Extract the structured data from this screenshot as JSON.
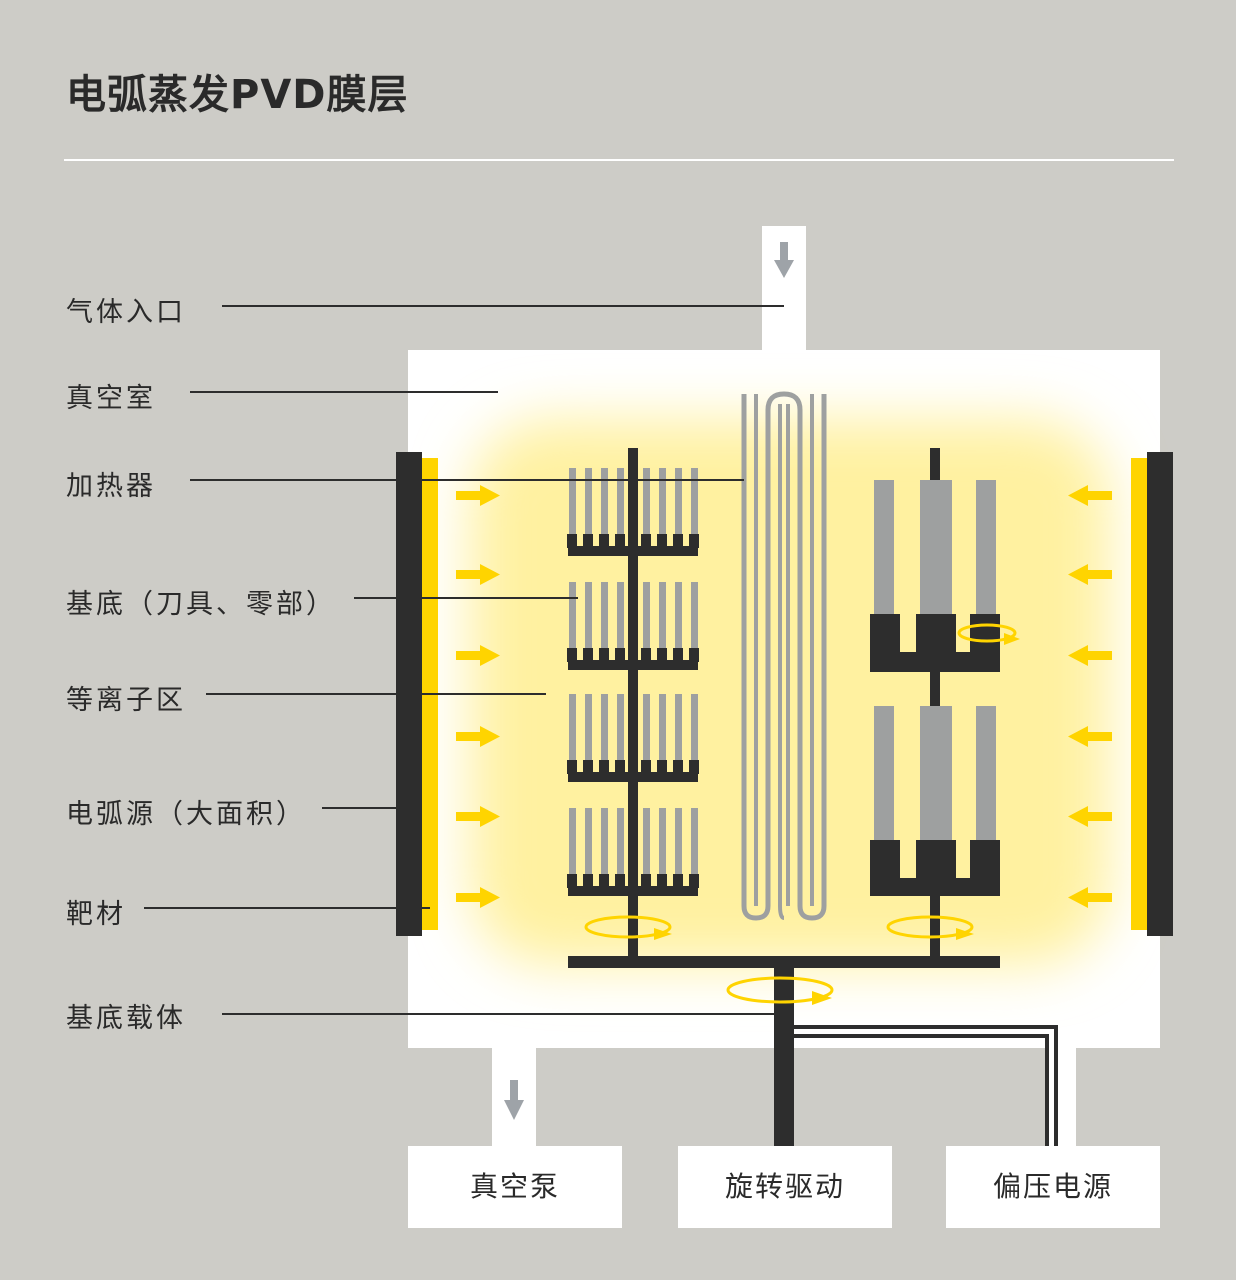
{
  "title": "电弧蒸发PVD膜层",
  "labels": {
    "gas_inlet": "气体入口",
    "vacuum_chamber": "真空室",
    "heater": "加热器",
    "substrate": "基底（刀具、零部）",
    "plasma_zone": "等离子区",
    "arc_source": "电弧源（大面积）",
    "target": "靶材",
    "substrate_carrier": "基底载体"
  },
  "boxes": {
    "vacuum_pump": "真空泵",
    "rotation_drive": "旋转驱动",
    "bias_power": "偏压电源"
  },
  "colors": {
    "background": "#cdccc7",
    "chamber": "#ffffff",
    "dark": "#2d2d2d",
    "yellow": "#ffd400",
    "plasma_glow": "#fff2a8",
    "grey_part": "#9ea0a0",
    "grey_arrow": "#9ea3a8"
  }
}
